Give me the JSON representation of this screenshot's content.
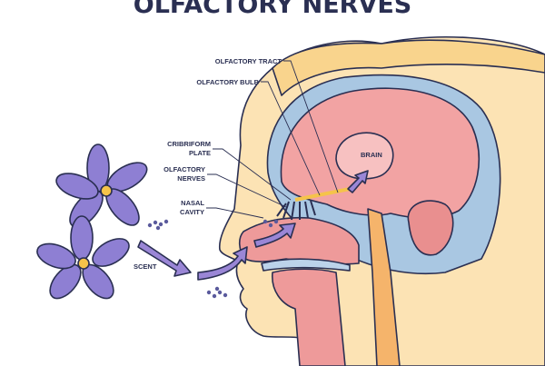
{
  "title": "OLFACTORY NERVES",
  "labels": {
    "olfactory_tract": "OLFACTORY TRACT",
    "olfactory_bulb": "OLFACTORY BULB",
    "cribriform_1": "CRIBRIFORM",
    "cribriform_2": "PLATE",
    "nerves_1": "OLFACTORY",
    "nerves_2": "NERVES",
    "nasal_1": "NASAL",
    "nasal_2": "CAVITY",
    "brain": "BRAIN",
    "scent": "SCENT"
  },
  "colors": {
    "ink": "#2a2f52",
    "skin": "#fce3b4",
    "skull": "#a9c7e2",
    "brain": "#f2a3a3",
    "flower": "#8e7fd3",
    "arrow": "#9a86d6"
  }
}
